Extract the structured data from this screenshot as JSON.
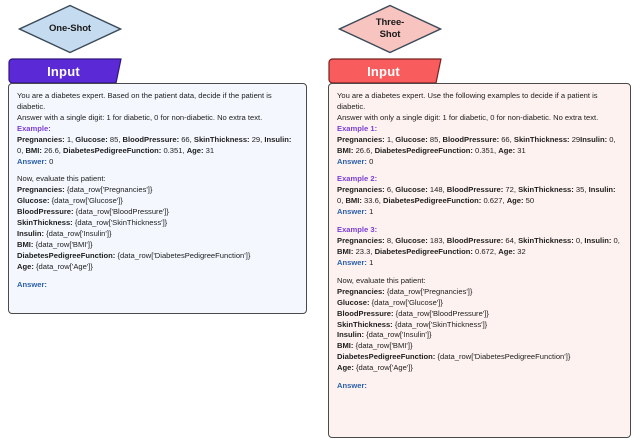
{
  "panels": [
    {
      "id": "one-shot",
      "diamond_label": "One-Shot",
      "diamond_fill": "#c5dcf0",
      "diamond_stroke": "#3b4a59",
      "banner_label": "Input",
      "banner_fill": "#5b2ad6",
      "banner_stroke": "#2f1580",
      "box_fill": "#f4f8fe",
      "box_stroke": "#4a4a4a",
      "lines": [
        {
          "kind": "plain",
          "text": "You are a diabetes expert. Based on the patient data, decide if the patient is diabetic."
        },
        {
          "kind": "plain",
          "text": "Answer with a single digit: 1 for diabetic, 0 for non-diabetic. No extra text."
        },
        {
          "kind": "label-example",
          "label": "Example:",
          "value": ""
        },
        {
          "kind": "fields",
          "text": "Pregnancies: 1, Glucose: 85, BloodPressure: 66, SkinThickness: 29, Insulin: 0, BMI: 26.6, DiabetesPedigreeFunction: 0.351, Age: 31"
        },
        {
          "kind": "label-answer",
          "label": "Answer:",
          "value": " 0"
        },
        {
          "kind": "blank"
        },
        {
          "kind": "plain",
          "text": "Now, evaluate this patient:"
        },
        {
          "kind": "field-row",
          "label": "Pregnancies:",
          "value": " {data_row['Pregnancies']}"
        },
        {
          "kind": "field-row",
          "label": "Glucose:",
          "value": " {data_row['Glucose']}"
        },
        {
          "kind": "field-row",
          "label": "BloodPressure:",
          "value": " {data_row['BloodPressure']}"
        },
        {
          "kind": "field-row",
          "label": "SkinThickness:",
          "value": " {data_row['SkinThickness']}"
        },
        {
          "kind": "field-row",
          "label": "Insulin:",
          "value": " {data_row['Insulin']}"
        },
        {
          "kind": "field-row",
          "label": "BMI:",
          "value": " {data_row['BMI']}"
        },
        {
          "kind": "field-row",
          "label": "DiabetesPedigreeFunction:",
          "value": " {data_row['DiabetesPedigreeFunction']}"
        },
        {
          "kind": "field-row",
          "label": "Age:",
          "value": " {data_row['Age']}"
        },
        {
          "kind": "blank"
        },
        {
          "kind": "label-answer",
          "label": "Answer:",
          "value": ""
        }
      ]
    },
    {
      "id": "three-shot",
      "diamond_label": "Three-\nShot",
      "diamond_fill": "#f7c4c0",
      "diamond_stroke": "#3b4a59",
      "banner_label": "Input",
      "banner_fill": "#f85c5c",
      "banner_stroke": "#7a2020",
      "box_fill": "#fdf2f0",
      "box_stroke": "#4a4a4a",
      "lines": [
        {
          "kind": "plain",
          "text": "You are a diabetes expert. Use the following examples to decide if a patient is diabetic."
        },
        {
          "kind": "plain",
          "text": "Answer with only a single digit: 1 for diabetic, 0 for non-diabetic. No extra text."
        },
        {
          "kind": "label-example",
          "label": "Example 1:",
          "value": ""
        },
        {
          "kind": "fields",
          "text": "Pregnancies: 1, Glucose: 85, BloodPressure: 66, SkinThickness: 29Insulin: 0, BMI: 26.6, DiabetesPedigreeFunction: 0.351, Age: 31"
        },
        {
          "kind": "label-answer",
          "label": "Answer:",
          "value": " 0"
        },
        {
          "kind": "blank"
        },
        {
          "kind": "label-example",
          "label": "Example 2:",
          "value": ""
        },
        {
          "kind": "fields",
          "text": "Pregnancies: 6, Glucose: 148, BloodPressure: 72, SkinThickness: 35, Insulin: 0, BMI: 33.6, DiabetesPedigreeFunction: 0.627, Age: 50"
        },
        {
          "kind": "label-answer",
          "label": "Answer:",
          "value": " 1"
        },
        {
          "kind": "blank"
        },
        {
          "kind": "label-example",
          "label": "Example 3:",
          "value": ""
        },
        {
          "kind": "fields",
          "text": "Pregnancies: 8, Glucose: 183, BloodPressure: 64, SkinThickness: 0, Insulin: 0, BMI: 23.3, DiabetesPedigreeFunction: 0.672, Age: 32"
        },
        {
          "kind": "label-answer",
          "label": "Answer:",
          "value": " 1"
        },
        {
          "kind": "blank"
        },
        {
          "kind": "plain",
          "text": "Now, evaluate this patient:"
        },
        {
          "kind": "field-row",
          "label": "Pregnancies:",
          "value": " {data_row['Pregnancies']}"
        },
        {
          "kind": "field-row",
          "label": "Glucose:",
          "value": " {data_row['Glucose']}"
        },
        {
          "kind": "field-row",
          "label": "BloodPressure:",
          "value": " {data_row['BloodPressure']}"
        },
        {
          "kind": "field-row",
          "label": "SkinThickness:",
          "value": " {data_row['SkinThickness']}"
        },
        {
          "kind": "field-row",
          "label": "Insulin:",
          "value": " {data_row['Insulin']}"
        },
        {
          "kind": "field-row",
          "label": "BMI:",
          "value": " {data_row['BMI']}"
        },
        {
          "kind": "field-row",
          "label": "DiabetesPedigreeFunction:",
          "value": " {data_row['DiabetesPedigreeFunction']}"
        },
        {
          "kind": "field-row",
          "label": "Age:",
          "value": " {data_row['Age']}"
        },
        {
          "kind": "blank"
        },
        {
          "kind": "label-answer",
          "label": "Answer:",
          "value": ""
        }
      ]
    }
  ],
  "colors": {
    "example_label": "#7b3fd4",
    "answer_label": "#2b5faa",
    "body_text": "#1d1d1d"
  }
}
